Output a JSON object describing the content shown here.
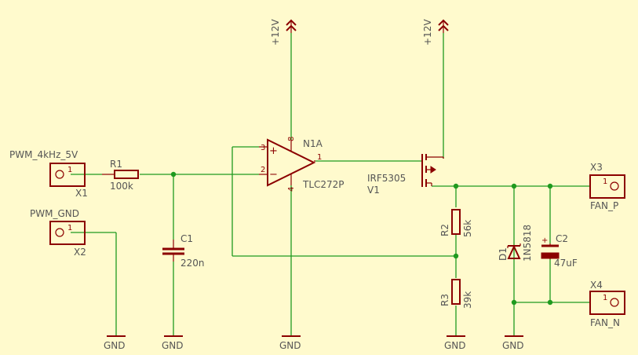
{
  "colors": {
    "background": "#fffacd",
    "wire": "#1f9a1f",
    "symbol": "#8b0000",
    "text": "#555555"
  },
  "connectors": {
    "x1": {
      "name": "X1",
      "value": "PWM_4kHz_5V",
      "pin": "1"
    },
    "x2": {
      "name": "X2",
      "value": "PWM_GND",
      "pin": "1"
    },
    "x3": {
      "name": "X3",
      "value": "FAN_P",
      "pin": "1"
    },
    "x4": {
      "name": "X4",
      "value": "FAN_N",
      "pin": "1"
    }
  },
  "resistors": {
    "r1": {
      "name": "R1",
      "value": "100k"
    },
    "r2": {
      "name": "R2",
      "value": "56k"
    },
    "r3": {
      "name": "R3",
      "value": "39k"
    }
  },
  "capacitors": {
    "c1": {
      "name": "C1",
      "value": "220n"
    },
    "c2": {
      "name": "C2",
      "value": "47uF",
      "polarity": "+"
    }
  },
  "opamp": {
    "name": "N1A",
    "value": "TLC272P",
    "pin_noninv": "3",
    "pin_inv": "2",
    "pin_out": "1",
    "pin_vcc": "8",
    "pin_gnd": "4",
    "plus": "+",
    "minus": "−"
  },
  "mosfet": {
    "name": "V1",
    "value": "IRF5305"
  },
  "diode": {
    "name": "D1",
    "value": "1N5818"
  },
  "supplies": {
    "vcc1": "+12V",
    "vcc2": "+12V"
  },
  "grounds": [
    "GND",
    "GND",
    "GND",
    "GND",
    "GND"
  ]
}
